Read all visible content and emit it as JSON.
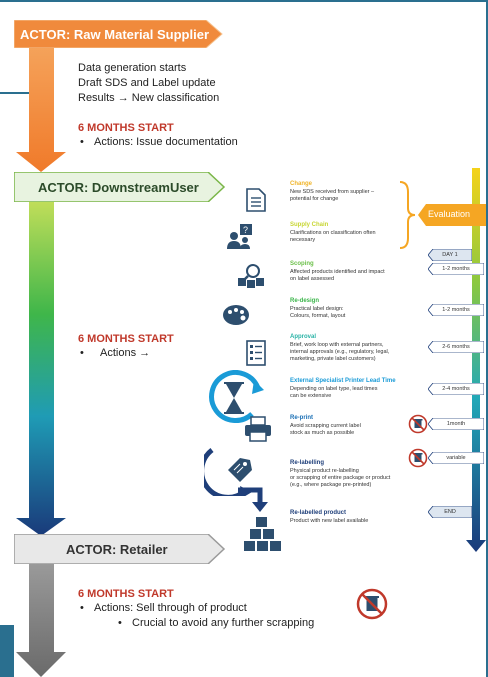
{
  "actors": {
    "supplier": "ACTOR: Raw Material Supplier",
    "downstream": "ACTOR: DownstreamUser",
    "retailer": "ACTOR: Retailer"
  },
  "supplier_notes": {
    "line1": "Data generation starts",
    "line2": "Draft SDS and Label update",
    "line3": "Results → New classification",
    "start": "6 MONTHS START",
    "action": "Actions: Issue documentation"
  },
  "downstream_notes": {
    "start": "6 MONTHS START",
    "action": "Actions →"
  },
  "retailer_notes": {
    "start": "6 MONTHS START",
    "action": "Actions: Sell through of product",
    "sub": "Crucial to avoid any further scrapping"
  },
  "evaluation_label": "Evaluation",
  "steps": [
    {
      "title": "Change",
      "desc1": "New SDS received from supplier –",
      "desc2": "potential for change",
      "desc3": "",
      "color": "#f0b429"
    },
    {
      "title": "Supply Chain",
      "desc1": "Clarifications on classification often",
      "desc2": "necessary",
      "desc3": "",
      "color": "#c8d633"
    },
    {
      "title": "Scoping",
      "desc1": "Affected products identified and impact",
      "desc2": "on label assessed",
      "desc3": "",
      "color": "#6cc04a"
    },
    {
      "title": "Re-design",
      "desc1": "Practical label design:",
      "desc2": "Colours, format, layout",
      "desc3": "",
      "color": "#3bb54a"
    },
    {
      "title": "Approval",
      "desc1": "Brief, work loop with external partners,",
      "desc2": "internal approvals (e.g., regulatory, legal,",
      "desc3": "marketing, private label customers)",
      "color": "#2ab3a6"
    },
    {
      "title": "External Specialist Printer Lead Time",
      "desc1": "Depending on label type, lead times",
      "desc2": "can be extensive",
      "desc3": "",
      "color": "#1a9bd7"
    },
    {
      "title": "Re-print",
      "desc1": "Avoid scrapping current label",
      "desc2": "stock as much as possible",
      "desc3": "",
      "color": "#1a6fb5"
    },
    {
      "title": "Re-labelling",
      "desc1": "Physical product re-labelling",
      "desc2": "or scrapping of entire package or product",
      "desc3": "(e.g., where package pre-printed)",
      "color": "#1f3f7a"
    },
    {
      "title": "Re-labelled product",
      "desc1": "Product with new label available",
      "desc2": "",
      "desc3": "",
      "color": "#1f3f7a"
    }
  ],
  "durations": [
    "DAY 1",
    "1-2 months",
    "1-2 months",
    "2-6 months",
    "2-4 months",
    "1month",
    "variable",
    "END"
  ],
  "colors": {
    "supplier_box": "#f08a3c",
    "downstream_box": "#e8f3e0",
    "retailer_box": "#e8e8e8",
    "red_text": "#c0392b",
    "evaluation": "#f5a623",
    "frame": "#2a6f8f"
  }
}
